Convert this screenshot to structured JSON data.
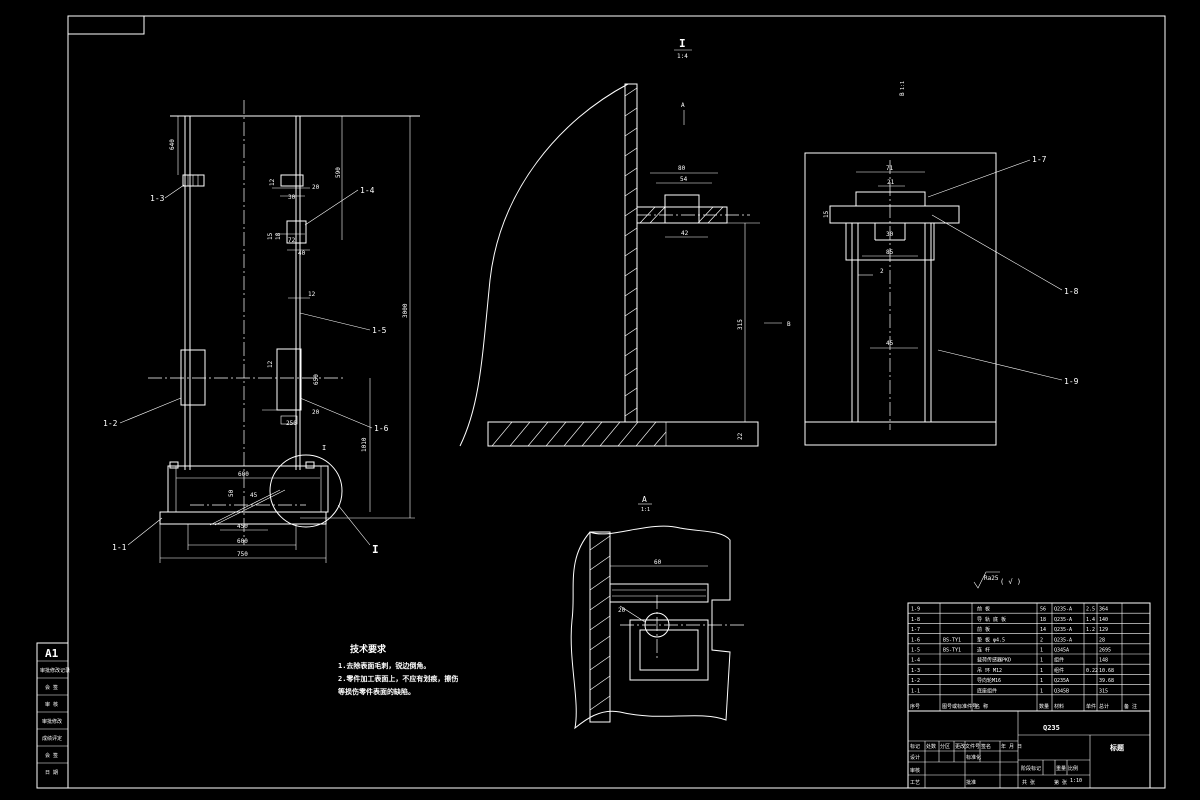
{
  "sheet": {
    "size": "A1"
  },
  "left_strip": [
    "审批修改记录",
    "会 签",
    "审 核",
    "审批修改",
    "成绩评定",
    "会 签",
    "日 期"
  ],
  "view_marks": {
    "detail_I": "I",
    "detail_I_scale": "1:4",
    "section_A": "A",
    "section_A_scale": "1:1",
    "section_B": "B",
    "section_B_scale": "1:1",
    "arrow_A": "A",
    "arrow_B": "B",
    "callout_I": "I",
    "callout_I_small": "I"
  },
  "leaders": {
    "l1_3": "1-3",
    "l1_4": "1-4",
    "l1_5": "1-5",
    "l1_2": "1-2",
    "l1_6": "1-6",
    "l1_1": "1-1",
    "l1_7": "1-7",
    "l1_8": "1-8",
    "l1_9": "1-9"
  },
  "dims": {
    "d640": "640",
    "d590": "590",
    "d3000": "3000",
    "d1010": "1010",
    "d650": "650",
    "d600b": "600",
    "d50": "50",
    "d450": "450",
    "d250": "250",
    "d600": "600",
    "d750": "750",
    "d12a": "12",
    "d12b": "12",
    "d12c": "12",
    "d20": "20",
    "d30": "30",
    "d40": "40",
    "d15": "15",
    "d18": "18",
    "d72": "72",
    "d20b": "20",
    "d2": "2",
    "d45": "45",
    "s80": "80",
    "s54": "54",
    "s42": "42",
    "s315": "315",
    "s22": "22",
    "b71": "71",
    "b21": "21",
    "b30": "30",
    "b85": "85",
    "b2": "2",
    "b45": "45",
    "b15": "15",
    "i60": "60",
    "i20": "20"
  },
  "roughness": {
    "value": "Ra25",
    "paren": "( √ )"
  },
  "tech_req": {
    "title": "技术要求",
    "lines": [
      "1.去除表面毛刺，锐边倒角。",
      "2.零件加工表面上，不应有划痕，擦伤",
      "  等损伤零件表面的缺陷。"
    ]
  },
  "bom": {
    "rows": [
      {
        "code": "1-9",
        "std": "",
        "name": "前 板",
        "qty": "56",
        "mat": "Q235-A",
        "w1": "2.5",
        "w2": "364"
      },
      {
        "code": "1-8",
        "std": "",
        "name": "导 轨 底 板",
        "qty": "18",
        "mat": "Q235-A",
        "w1": "1.4",
        "w2": "140"
      },
      {
        "code": "1-7",
        "std": "",
        "name": "前 板",
        "qty": "14",
        "mat": "Q235-A",
        "w1": "1.2",
        "w2": "129"
      },
      {
        "code": "1-6",
        "std": "BS-TY1",
        "name": "垫 板 φ4.5",
        "qty": "2",
        "mat": "Q235-A",
        "w1": "",
        "w2": "28"
      },
      {
        "code": "1-5",
        "std": "BS-TY1",
        "name": "连 杆",
        "qty": "1",
        "mat": "Q345A",
        "w1": "",
        "w2": "2695"
      },
      {
        "code": "1-4",
        "std": "",
        "name": "载荷传感器PKD",
        "qty": "1",
        "mat": "组件",
        "w1": "",
        "w2": "148"
      },
      {
        "code": "1-3",
        "std": "",
        "name": "吊 环 M12",
        "qty": "1",
        "mat": "组件",
        "w1": "0.22",
        "w2": "10.68"
      },
      {
        "code": "1-2",
        "std": "",
        "name": "导向轮M16",
        "qty": "1",
        "mat": "Q235A",
        "w1": "",
        "w2": "39.68"
      },
      {
        "code": "1-1",
        "std": "",
        "name": "底座组件",
        "qty": "1",
        "mat": "Q345B",
        "w1": "",
        "w2": "315"
      }
    ],
    "header": [
      "序号",
      "图号或标准件号",
      "名 称",
      "数量",
      "材料",
      "单件 总计",
      "备 注"
    ]
  },
  "title_block": {
    "material": "Q235",
    "drawing_name": "标题",
    "lbl_a": "标记",
    "lbl_b": "处数",
    "lbl_c": "分区",
    "lbl_d": "更改文件号",
    "lbl_e": "签名",
    "lbl_f": "年 月 日",
    "lbl_g": "设计",
    "lbl_h": "标准化",
    "lbl_i": "阶段标记",
    "lbl_j": "重量",
    "lbl_k": "比例",
    "lbl_l": "审核",
    "lbl_m": "工艺",
    "lbl_n": "批准",
    "lbl_o": "共 张",
    "lbl_p": "第 张",
    "scale": "1:10"
  }
}
